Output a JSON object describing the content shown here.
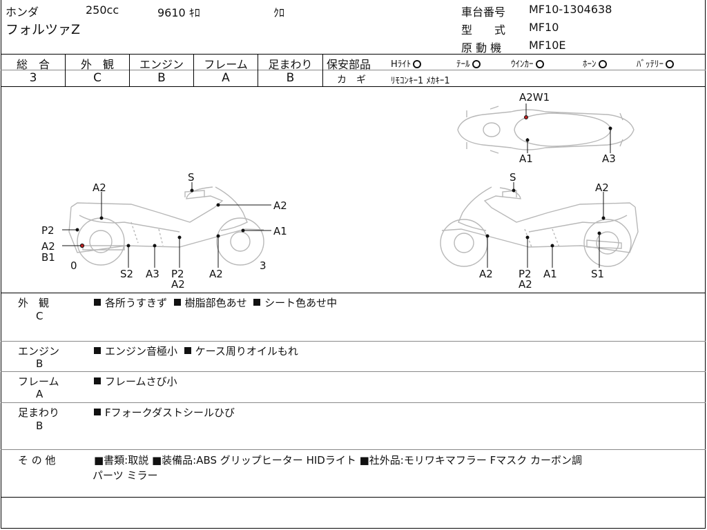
{
  "header": {
    "maker": "ホンダ",
    "displacement": "250cc",
    "mileage": "9610 ｷﾛ",
    "color": "ｸﾛ",
    "model_name": "フォルツァZ",
    "frame_no_label": "車台番号",
    "frame_no": "MF10-1304638",
    "model_label": "型　　式",
    "model_code": "MF10",
    "engine_label": "原 動 機",
    "engine_code": "MF10E"
  },
  "grades": [
    {
      "label": "総　合",
      "value": "3"
    },
    {
      "label": "外　観",
      "value": "C"
    },
    {
      "label": "エンジン",
      "value": "B"
    },
    {
      "label": "フレーム",
      "value": "A"
    },
    {
      "label": "足まわり",
      "value": "B"
    }
  ],
  "safety": {
    "label": "保安部品",
    "items": [
      {
        "name": "Hﾗｲﾄ",
        "mark": "○"
      },
      {
        "name": "ﾃｰﾙ",
        "mark": "○"
      },
      {
        "name": "ｳｲﾝｶｰ",
        "mark": "○"
      },
      {
        "name": "ﾎｰﾝ",
        "mark": "○"
      },
      {
        "name": "ﾊﾞｯﾃﾘｰ",
        "mark": "○"
      }
    ],
    "key_label": "カ　ギ",
    "key_value": "ﾘﾓｺﾝｷｰ1 ﾒｶｷｰ1"
  },
  "diagram": {
    "top_labels": [
      "A2W1",
      "A1",
      "A3"
    ],
    "left_labels": [
      "S",
      "A2",
      "A2",
      "P2",
      "A1",
      "A2",
      "B1",
      "0",
      "3",
      "S2",
      "A3",
      "P2",
      "A2",
      "A2"
    ],
    "right_labels": [
      "S",
      "A2",
      "A2",
      "P2",
      "A2",
      "A1",
      "S1"
    ]
  },
  "remarks": [
    {
      "label": "外　観",
      "grade": "C",
      "items": [
        "各所うすきず",
        "樹脂部色あせ",
        "シート色あせ中"
      ]
    },
    {
      "label": "エンジン",
      "grade": "B",
      "items": [
        "エンジン音極小",
        "ケース周りオイルもれ"
      ]
    },
    {
      "label": "フレーム",
      "grade": "A",
      "items": [
        "フレームさび小"
      ]
    },
    {
      "label": "足まわり",
      "grade": "B",
      "items": [
        "Fフォークダストシールひび"
      ]
    },
    {
      "label": "そ の 他",
      "grade": "",
      "other_line1": "■書類:取説 ■装備品:ABS グリップヒーター HIDライト ■社外品:モリワキマフラー Fマスク カーボン調",
      "other_line2": "パーツ ミラー"
    }
  ]
}
